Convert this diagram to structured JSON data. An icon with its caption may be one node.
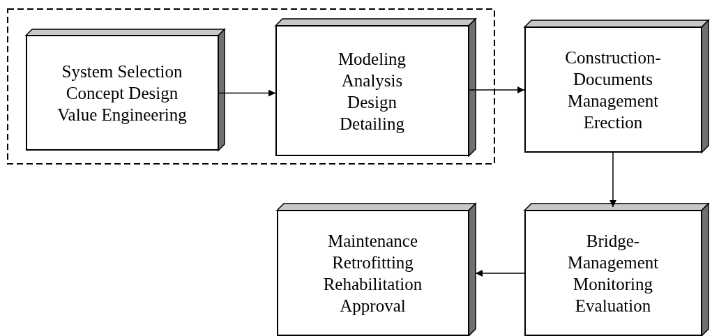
{
  "diagram": {
    "nodes": [
      {
        "text": [],
        "shape": "box"
      },
      {
        "text": [
          "System Selection",
          "Concept Design",
          "Value Engineering"
        ],
        "in": 0
      },
      {
        "text": [
          "Modeling",
          "Analysis",
          "Design",
          "Detailing"
        ],
        "in": 0
      },
      {
        "text": [
          "Construction-Documents",
          "Management",
          "Erection"
        ]
      },
      {
        "text": [
          "Bridge-Management",
          "Monitoring",
          "Evaluation"
        ]
      },
      {
        "text": [
          "Maintenance",
          "Retrofitting",
          "Rehabilitation",
          "Approval"
        ]
      }
    ],
    "edges": [
      {
        "from": 1,
        "to": 2,
        "arrow": "to"
      },
      {
        "from": 2,
        "to": 3,
        "arrow": "to"
      },
      {
        "from": 3,
        "to": 4,
        "arrow": "to"
      },
      {
        "from": 4,
        "to": 5,
        "arrow": "to"
      }
    ]
  }
}
